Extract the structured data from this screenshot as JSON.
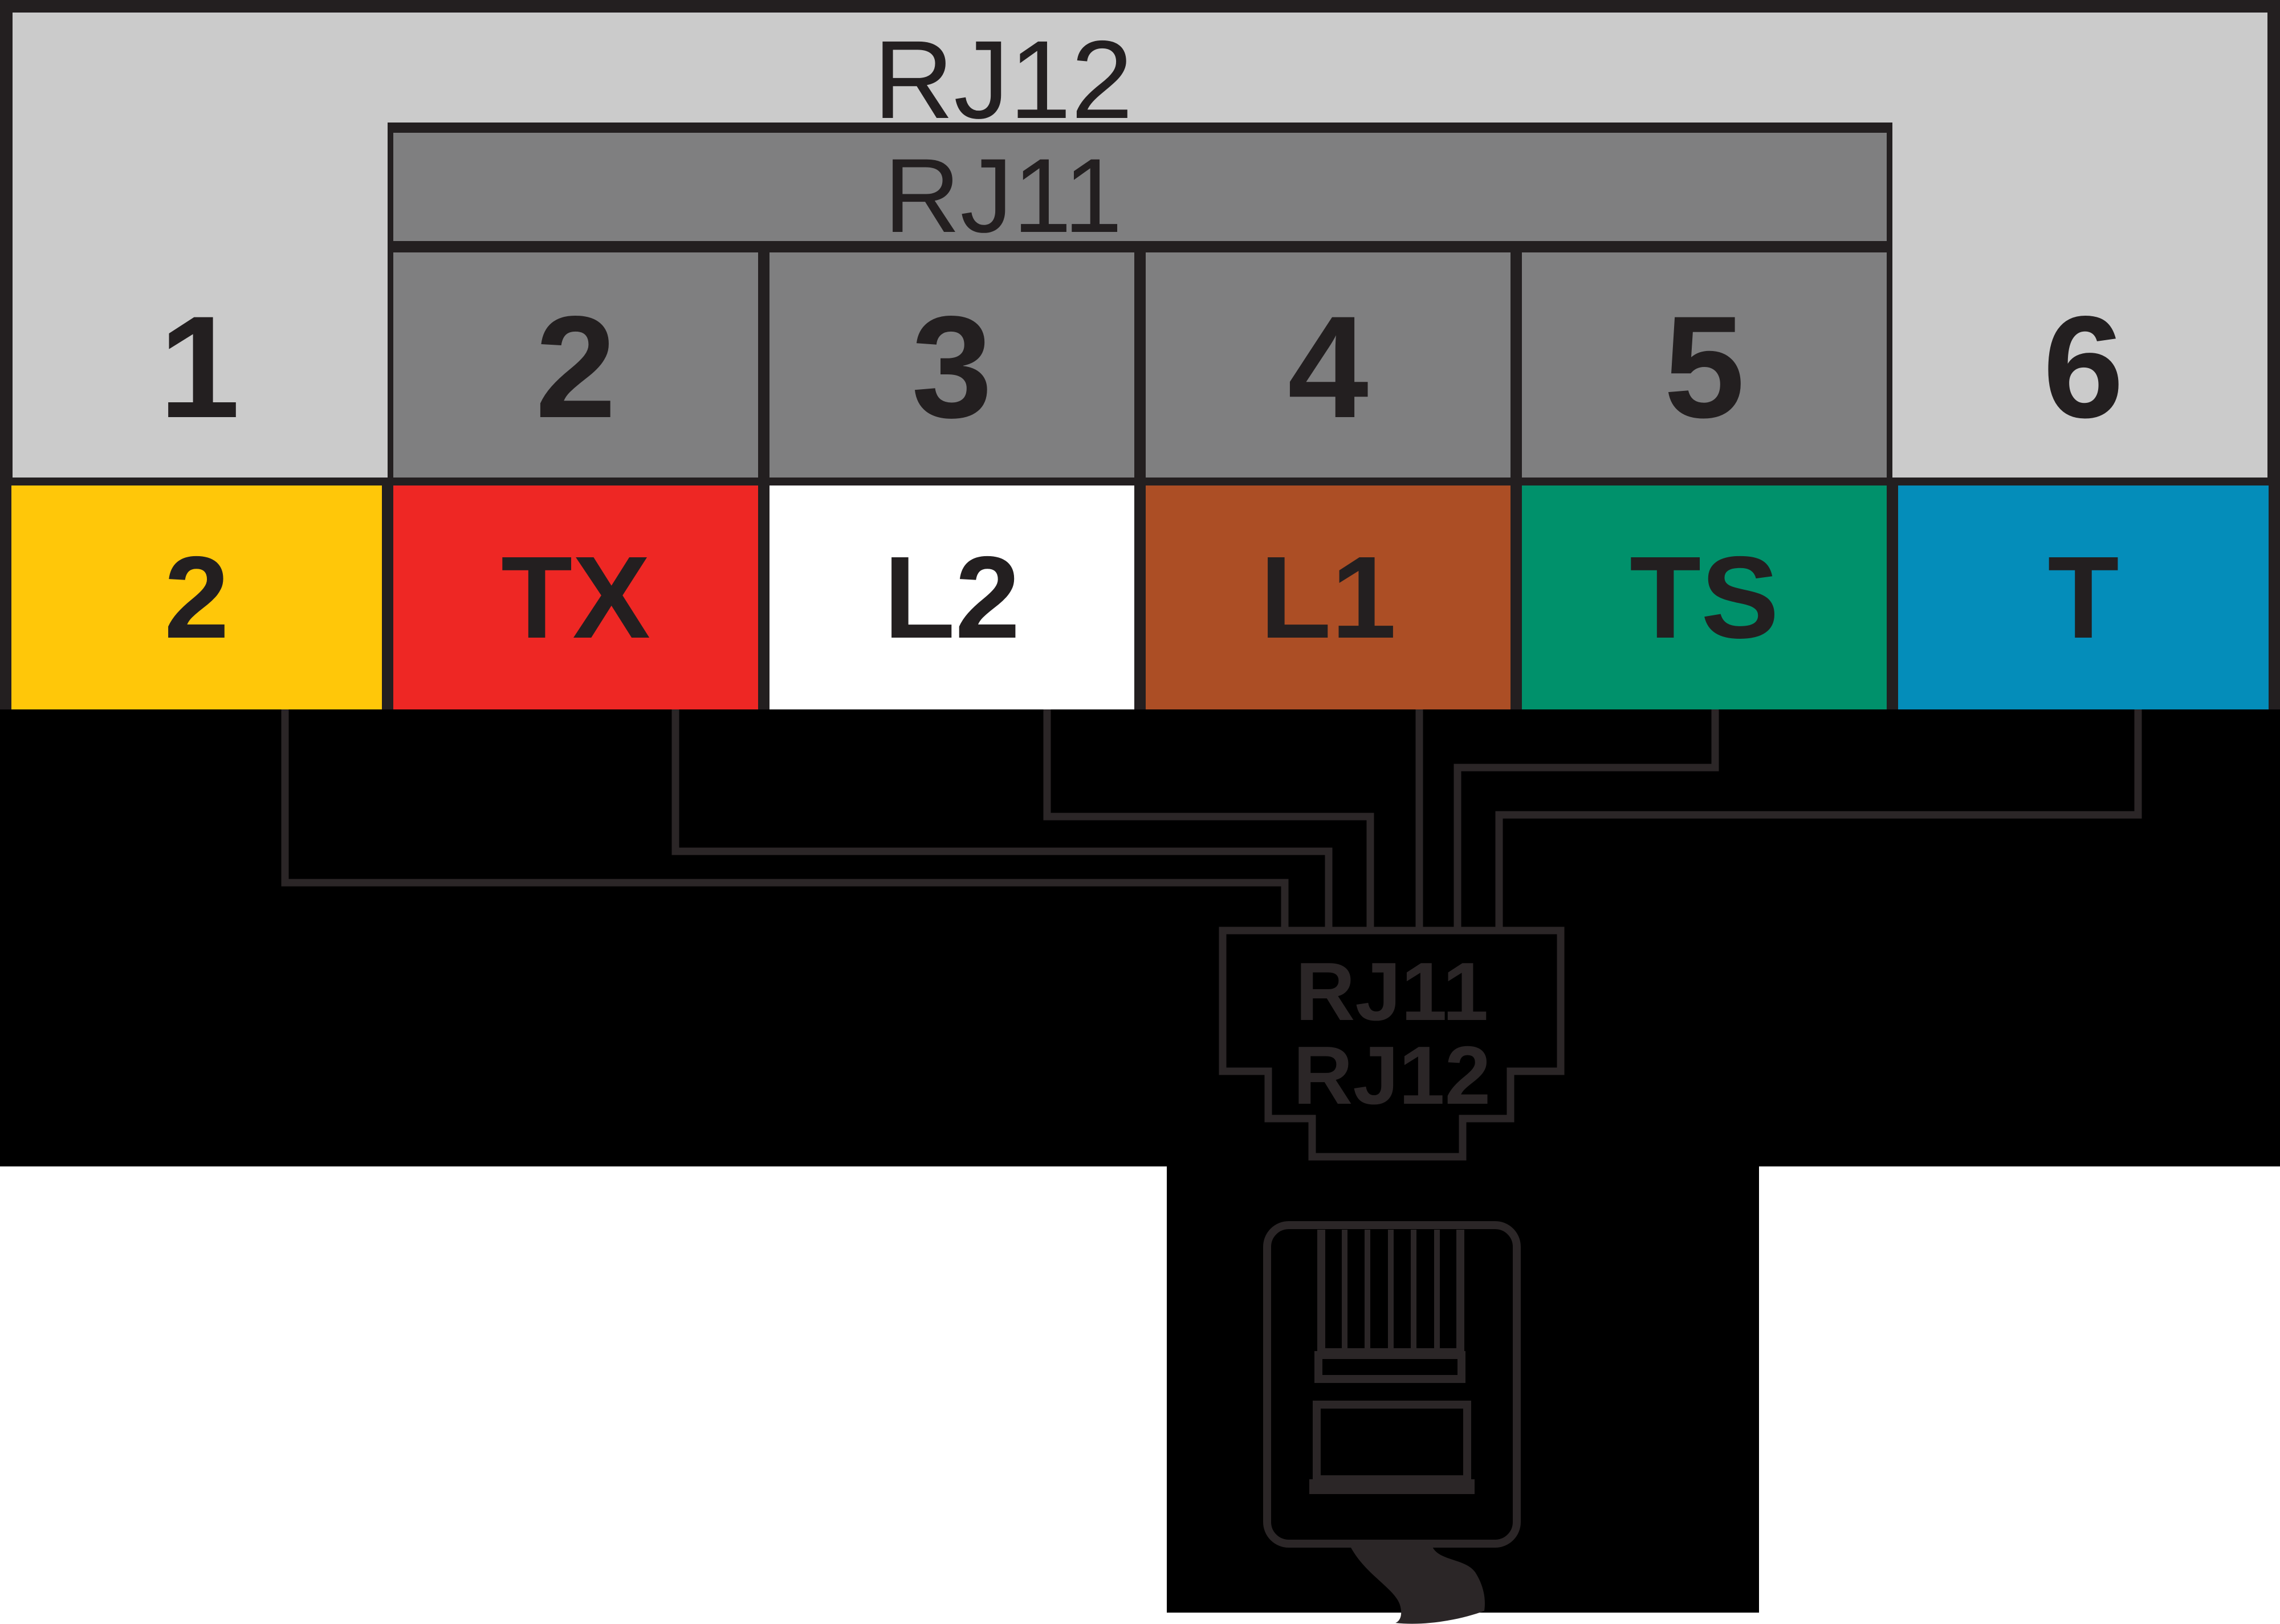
{
  "pinout": {
    "outer_connector_label": "RJ12",
    "inner_connector_label": "RJ11",
    "pins": [
      {
        "pin": "1",
        "signal": "2",
        "wire_color_name": "yellow",
        "wire_color": "#FFC709"
      },
      {
        "pin": "2",
        "signal": "TX",
        "wire_color_name": "red",
        "wire_color": "#EE2724"
      },
      {
        "pin": "3",
        "signal": "L2",
        "wire_color_name": "white",
        "wire_color": "#FFFFFF"
      },
      {
        "pin": "4",
        "signal": "L1",
        "wire_color_name": "brown",
        "wire_color": "#AC4E25"
      },
      {
        "pin": "5",
        "signal": "TS",
        "wire_color_name": "green",
        "wire_color": "#00916B"
      },
      {
        "pin": "6",
        "signal": "T",
        "wire_color_name": "blue",
        "wire_color": "#048DBA"
      }
    ]
  },
  "jack_callout": {
    "line1": "RJ11",
    "line2": "RJ12"
  },
  "colors": {
    "panel_light": "#CBCBCB",
    "panel_dark": "#7F7F80",
    "ink": "#231F20",
    "trace": "#2B2627",
    "black": "#000000",
    "white": "#FFFFFF"
  }
}
